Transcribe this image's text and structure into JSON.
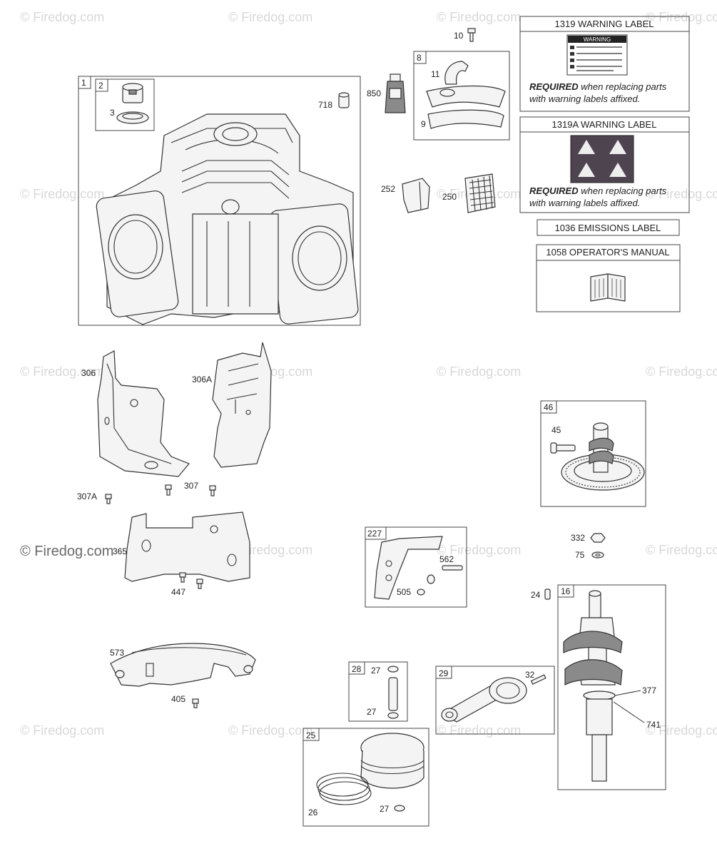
{
  "watermark_text": "© Firedog.com",
  "watermark_strong_text": "© Firedog.com",
  "panels": {
    "warning_1319": {
      "title": "1319 WARNING LABEL",
      "badge": "WARNING",
      "note_bold": "REQUIRED",
      "note_rest_1": " when replacing parts",
      "note_line_2": "with warning labels affixed."
    },
    "warning_1319a": {
      "title": "1319A WARNING LABEL",
      "note_bold": "REQUIRED",
      "note_rest_1": " when replacing parts",
      "note_line_2": "with warning labels affixed."
    },
    "emissions_1036": {
      "title": "1036 EMISSIONS LABEL"
    },
    "manual_1058": {
      "title": "1058 OPERATOR'S MANUAL"
    }
  },
  "callouts": {
    "c1": "1",
    "c2": "2",
    "c3": "3",
    "c718": "718",
    "c850": "850",
    "c8": "8",
    "c10": "10",
    "c11": "11",
    "c9": "9",
    "c252": "252",
    "c250": "250",
    "c306": "306",
    "c306a": "306A",
    "c307": "307",
    "c307a": "307A",
    "c46": "46",
    "c45": "45",
    "c365": "365",
    "c447": "447",
    "c227": "227",
    "c562": "562",
    "c505": "505",
    "c332": "332",
    "c75": "75",
    "c24": "24",
    "c16": "16",
    "c573": "573",
    "c405": "405",
    "c28": "28",
    "c27a": "27",
    "c27b": "27",
    "c29": "29",
    "c32": "32",
    "c377": "377",
    "c741": "741",
    "c25": "25",
    "c26": "26",
    "c27c": "27"
  }
}
